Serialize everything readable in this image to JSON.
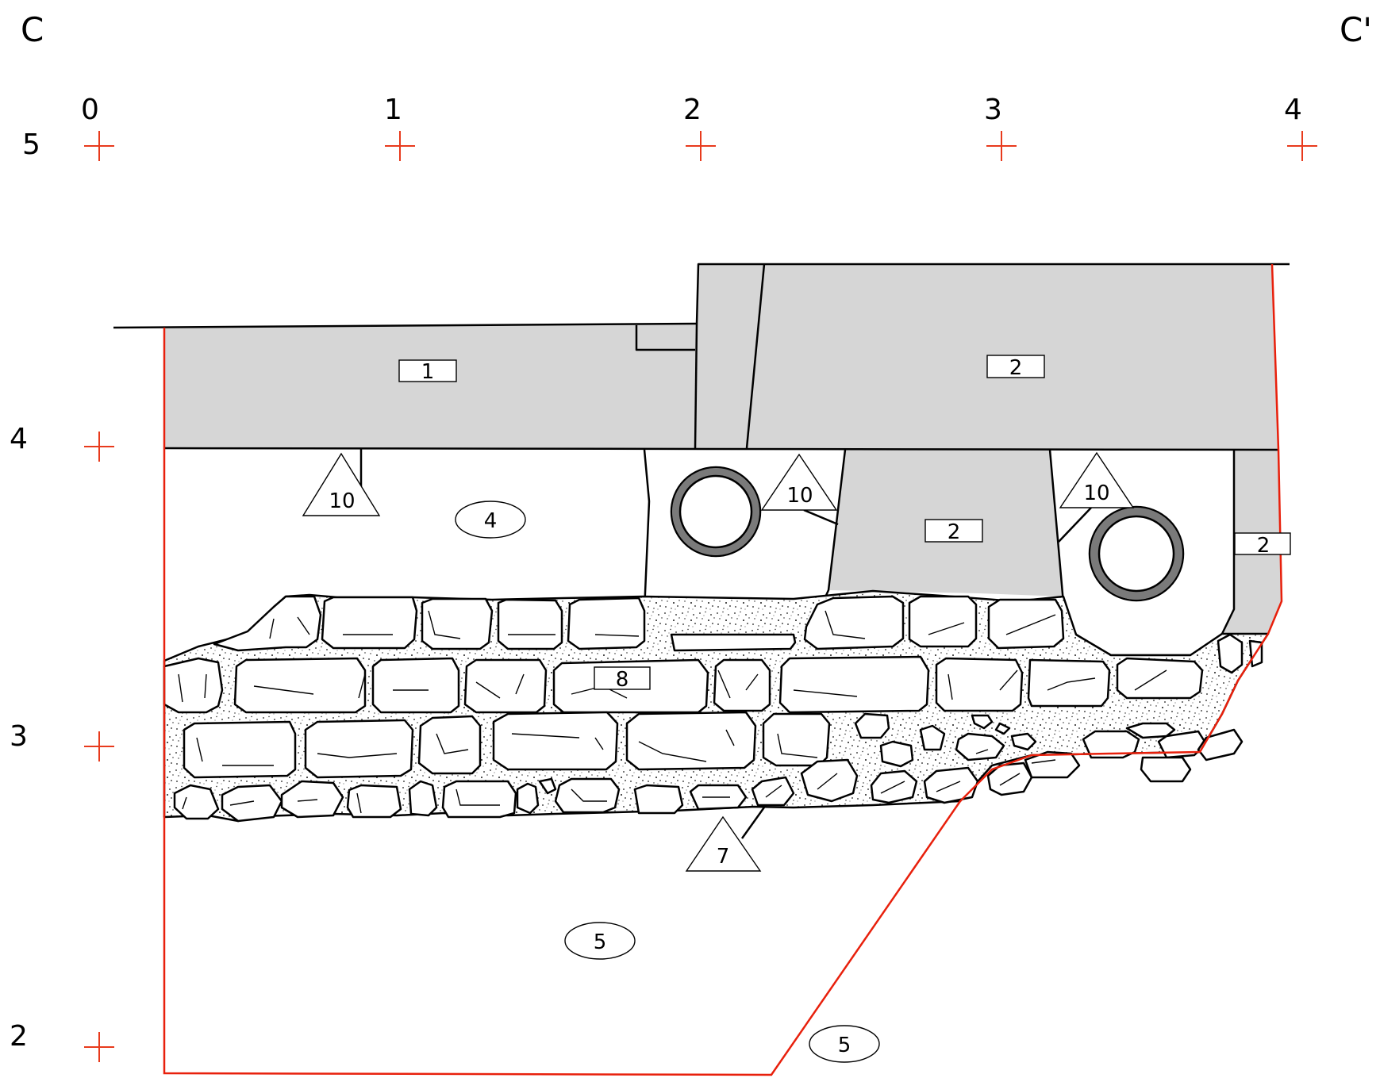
{
  "section": {
    "start_label": "C",
    "end_label": "C'",
    "x_ticks": [
      "0",
      "1",
      "2",
      "3",
      "4"
    ],
    "y_ticks": [
      "5",
      "4",
      "3",
      "2"
    ]
  },
  "layers": {
    "layer_1": "1",
    "layer_2_top": "2",
    "layer_2_mid": "2",
    "layer_2_right": "2",
    "fill_4": "4",
    "wall_8": "8",
    "soil_5_inner": "5",
    "soil_5_outer": "5"
  },
  "interfaces": {
    "cut_10_left": "10",
    "cut_10_mid": "10",
    "cut_10_right": "10",
    "interface_7": "7"
  },
  "colors": {
    "grid_cross": "#e83a1c",
    "excavation_limit": "#e8200c",
    "layer_fill": "#d6d6d6",
    "pipe_ring": "#7a7a7a",
    "mortar_dots": "#1a1a1a"
  }
}
